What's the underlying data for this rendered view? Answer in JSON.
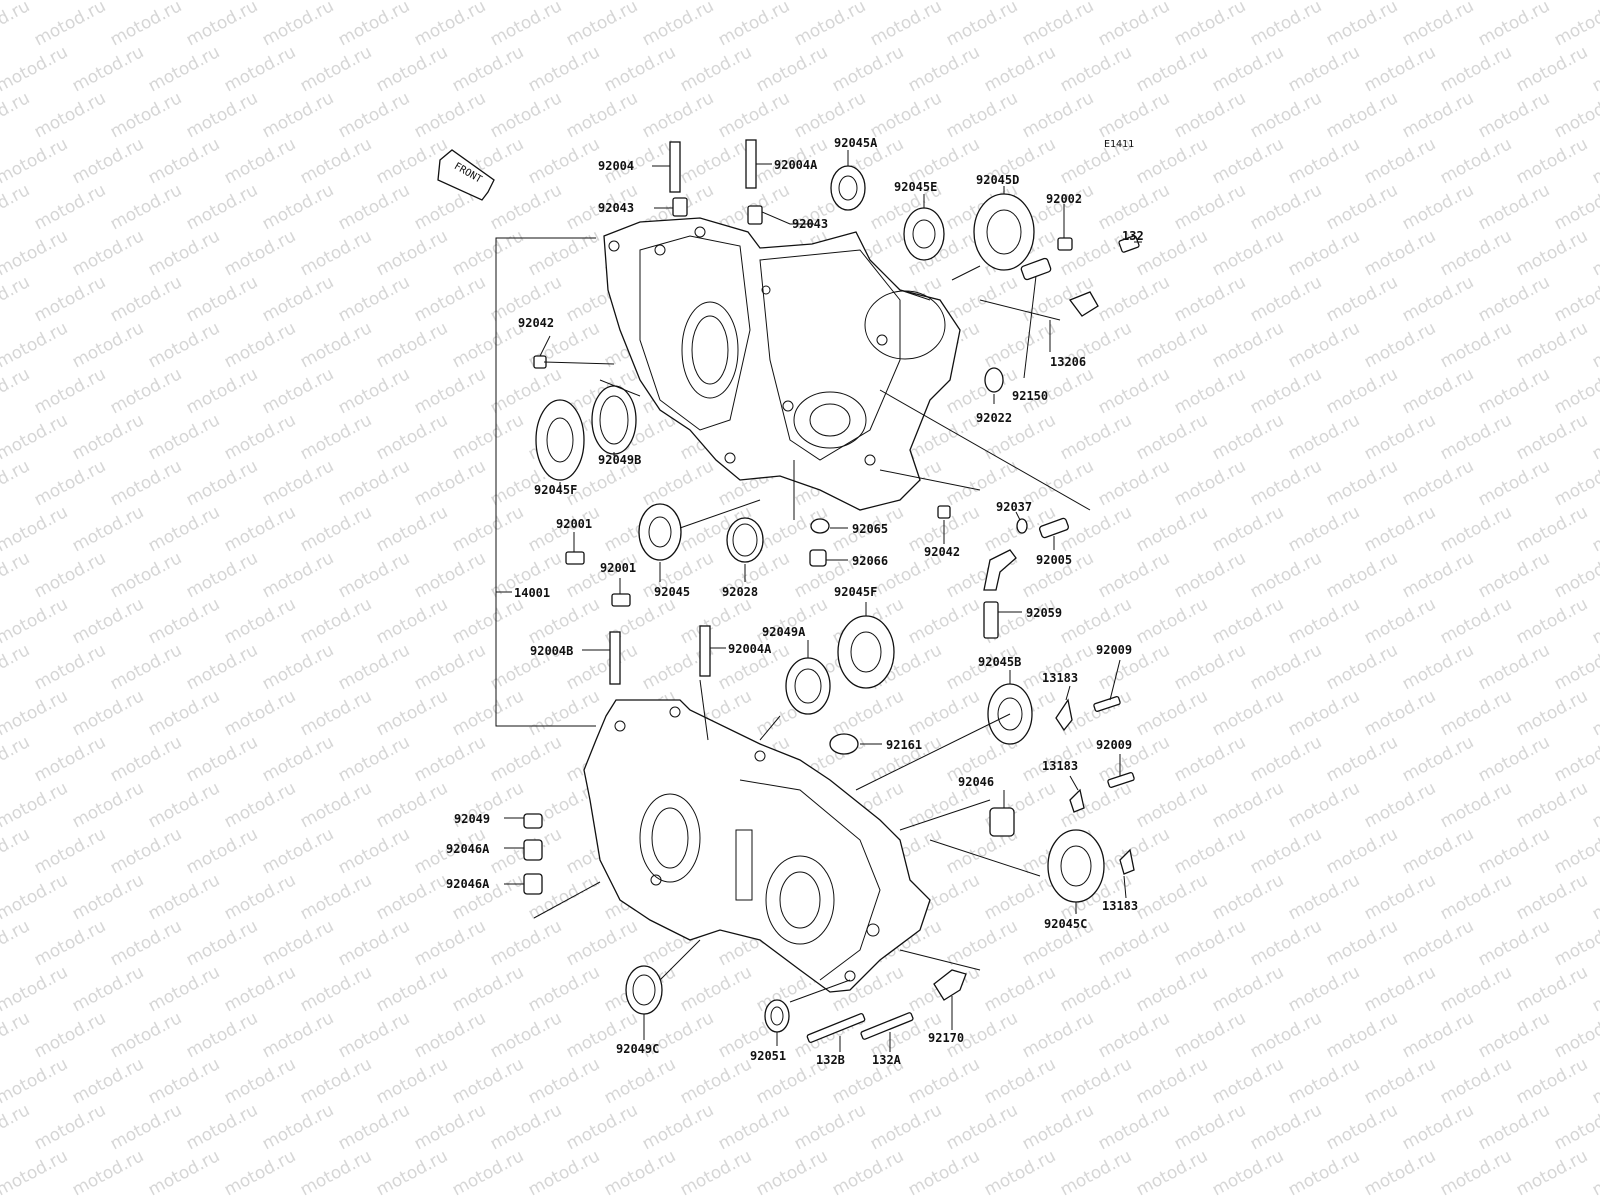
{
  "diagram": {
    "code": "E1411",
    "front_label": "FRONT",
    "watermark": "motod.ru",
    "parts": [
      {
        "id": "92004",
        "label": "92004"
      },
      {
        "id": "92004A_top",
        "label": "92004A"
      },
      {
        "id": "92045A",
        "label": "92045A"
      },
      {
        "id": "92045E",
        "label": "92045E"
      },
      {
        "id": "92045D",
        "label": "92045D"
      },
      {
        "id": "92002",
        "label": "92002"
      },
      {
        "id": "132",
        "label": "132"
      },
      {
        "id": "92043_l",
        "label": "92043"
      },
      {
        "id": "92043_r",
        "label": "92043"
      },
      {
        "id": "92042_top",
        "label": "92042"
      },
      {
        "id": "13206",
        "label": "13206"
      },
      {
        "id": "92150",
        "label": "92150"
      },
      {
        "id": "92022",
        "label": "92022"
      },
      {
        "id": "92045F_top",
        "label": "92045F"
      },
      {
        "id": "92049B",
        "label": "92049B"
      },
      {
        "id": "92001_a",
        "label": "92001"
      },
      {
        "id": "92001_b",
        "label": "92001"
      },
      {
        "id": "92045",
        "label": "92045"
      },
      {
        "id": "92028",
        "label": "92028"
      },
      {
        "id": "92065",
        "label": "92065"
      },
      {
        "id": "92066",
        "label": "92066"
      },
      {
        "id": "92042_mid",
        "label": "92042"
      },
      {
        "id": "92037",
        "label": "92037"
      },
      {
        "id": "92005",
        "label": "92005"
      },
      {
        "id": "14001",
        "label": "14001"
      },
      {
        "id": "92059",
        "label": "92059"
      },
      {
        "id": "92045F_mid",
        "label": "92045F"
      },
      {
        "id": "92049A",
        "label": "92049A"
      },
      {
        "id": "92004B",
        "label": "92004B"
      },
      {
        "id": "92004A_bot",
        "label": "92004A"
      },
      {
        "id": "92045B",
        "label": "92045B"
      },
      {
        "id": "13183_a",
        "label": "13183"
      },
      {
        "id": "92009_a",
        "label": "92009"
      },
      {
        "id": "92161",
        "label": "92161"
      },
      {
        "id": "92009_b",
        "label": "92009"
      },
      {
        "id": "13183_b",
        "label": "13183"
      },
      {
        "id": "92046",
        "label": "92046"
      },
      {
        "id": "92049",
        "label": "92049"
      },
      {
        "id": "92046A_a",
        "label": "92046A"
      },
      {
        "id": "92046A_b",
        "label": "92046A"
      },
      {
        "id": "13183_c",
        "label": "13183"
      },
      {
        "id": "92045C",
        "label": "92045C"
      },
      {
        "id": "92049C",
        "label": "92049C"
      },
      {
        "id": "92051",
        "label": "92051"
      },
      {
        "id": "132B",
        "label": "132B"
      },
      {
        "id": "132A",
        "label": "132A"
      },
      {
        "id": "92170",
        "label": "92170"
      }
    ]
  }
}
